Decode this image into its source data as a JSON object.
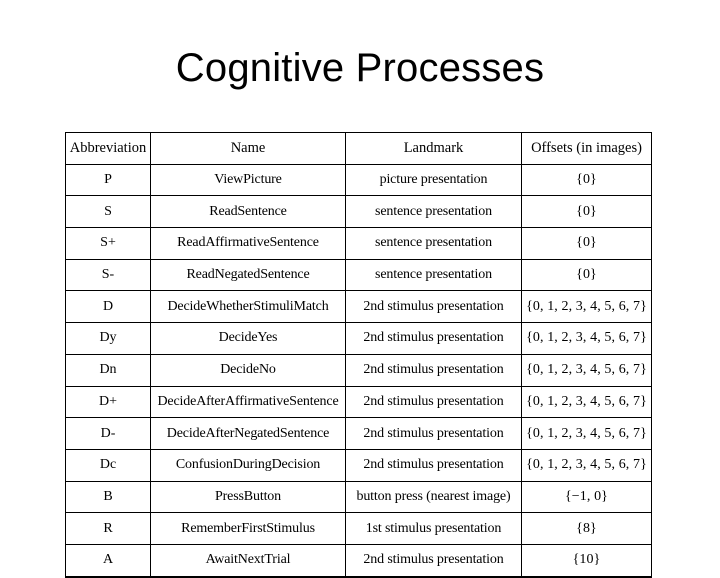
{
  "slide": {
    "title": "Cognitive Processes",
    "background_color": "#ffffff",
    "text_color": "#000000"
  },
  "table": {
    "name": "cognitive-processes-table",
    "columns": [
      "Abbreviation",
      "Name",
      "Landmark",
      "Offsets (in images)"
    ],
    "rows": [
      {
        "abbreviation": "P",
        "name": "ViewPicture",
        "landmark": "picture presentation",
        "offsets": "{0}"
      },
      {
        "abbreviation": "S",
        "name": "ReadSentence",
        "landmark": "sentence presentation",
        "offsets": "{0}"
      },
      {
        "abbreviation": "S+",
        "name": "ReadAffirmativeSentence",
        "landmark": "sentence presentation",
        "offsets": "{0}"
      },
      {
        "abbreviation": "S-",
        "name": "ReadNegatedSentence",
        "landmark": "sentence presentation",
        "offsets": "{0}"
      },
      {
        "abbreviation": "D",
        "name": "DecideWhetherStimuliMatch",
        "landmark": "2nd stimulus presentation",
        "offsets": "{0, 1, 2, 3, 4, 5, 6, 7}"
      },
      {
        "abbreviation": "Dy",
        "name": "DecideYes",
        "landmark": "2nd stimulus presentation",
        "offsets": "{0, 1, 2, 3, 4, 5, 6, 7}"
      },
      {
        "abbreviation": "Dn",
        "name": "DecideNo",
        "landmark": "2nd stimulus presentation",
        "offsets": "{0, 1, 2, 3, 4, 5, 6, 7}"
      },
      {
        "abbreviation": "D+",
        "name": "DecideAfterAffirmativeSentence",
        "landmark": "2nd stimulus presentation",
        "offsets": "{0, 1, 2, 3, 4, 5, 6, 7}"
      },
      {
        "abbreviation": "D-",
        "name": "DecideAfterNegatedSentence",
        "landmark": "2nd stimulus presentation",
        "offsets": "{0, 1, 2, 3, 4, 5, 6, 7}"
      },
      {
        "abbreviation": "Dc",
        "name": "ConfusionDuringDecision",
        "landmark": "2nd stimulus presentation",
        "offsets": "{0, 1, 2, 3, 4, 5, 6, 7}"
      },
      {
        "abbreviation": "B",
        "name": "PressButton",
        "landmark": "button press (nearest image)",
        "offsets": "{−1, 0}"
      },
      {
        "abbreviation": "R",
        "name": "RememberFirstStimulus",
        "landmark": "1st stimulus presentation",
        "offsets": "{8}"
      },
      {
        "abbreviation": "A",
        "name": "AwaitNextTrial",
        "landmark": "2nd stimulus presentation",
        "offsets": "{10}"
      }
    ]
  }
}
